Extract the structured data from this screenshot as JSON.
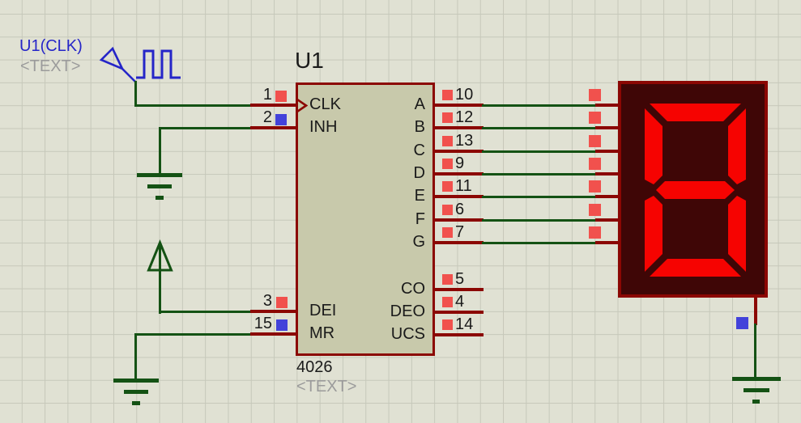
{
  "colors": {
    "background": "#e0e1d3",
    "grid_line": "#c6c8ba",
    "wire_green": "#145214",
    "pin_stub_red": "#8b0703",
    "indicator_red": "#f1514d",
    "indicator_blue": "#4242da",
    "ic_fill": "#c8c9ab",
    "ic_border": "#8b0703",
    "display_fill": "#3f0606",
    "display_border": "#8b0703",
    "segment_lit_red": "#f60301",
    "annotation_blue": "#2525c8",
    "placeholder_gray": "#9b9b9b"
  },
  "clock_source": {
    "label": "U1(CLK)",
    "placeholder": "<TEXT>"
  },
  "ic": {
    "designator": "U1",
    "part_number": "4026",
    "placeholder": "<TEXT>",
    "left_pins": [
      {
        "num": "1",
        "name": "CLK",
        "indicator": "red"
      },
      {
        "num": "2",
        "name": "INH",
        "indicator": "blue"
      },
      {
        "num": "3",
        "name": "DEI",
        "indicator": "red"
      },
      {
        "num": "15",
        "name": "MR",
        "indicator": "blue"
      }
    ],
    "segment_pins": [
      {
        "num": "10",
        "name": "A"
      },
      {
        "num": "12",
        "name": "B"
      },
      {
        "num": "13",
        "name": "C"
      },
      {
        "num": "9",
        "name": "D"
      },
      {
        "num": "11",
        "name": "E"
      },
      {
        "num": "6",
        "name": "F"
      },
      {
        "num": "7",
        "name": "G"
      }
    ],
    "output_pins": [
      {
        "num": "5",
        "name": "CO"
      },
      {
        "num": "4",
        "name": "DEO"
      },
      {
        "num": "14",
        "name": "UCS"
      }
    ]
  },
  "seven_segment_display": {
    "digit_shown": "8",
    "segments_lit": [
      "A",
      "B",
      "C",
      "D",
      "E",
      "F",
      "G"
    ]
  }
}
